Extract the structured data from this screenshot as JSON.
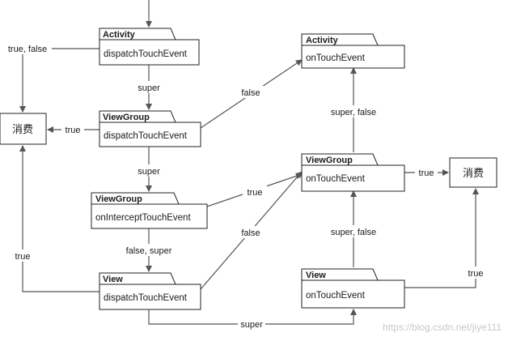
{
  "nodes": {
    "activity_dispatch": {
      "title": "Activity",
      "method": "dispatchTouchEvent"
    },
    "viewgroup_dispatch": {
      "title": "ViewGroup",
      "method": "dispatchTouchEvent"
    },
    "viewgroup_intercept": {
      "title": "ViewGroup",
      "method": "onInterceptTouchEvent"
    },
    "view_dispatch": {
      "title": "View",
      "method": "dispatchTouchEvent"
    },
    "activity_touch": {
      "title": "Activity",
      "method": "onTouchEvent"
    },
    "viewgroup_touch": {
      "title": "ViewGroup",
      "method": "onTouchEvent"
    },
    "view_touch": {
      "title": "View",
      "method": "onTouchEvent"
    }
  },
  "consume_left": "消费",
  "consume_right": "消费",
  "edges": {
    "act_to_consume": "true, false",
    "act_to_vg": "super",
    "vg_to_consume": "true",
    "vg_to_act_touch": "false",
    "vg_to_intercept": "super",
    "intercept_to_vgtouch": "true",
    "intercept_to_view": "false, super",
    "view_to_consume": "true",
    "view_to_vgtouch": "false",
    "view_to_viewtouch": "super",
    "vgtouch_to_act": "super, false",
    "vgtouch_to_consume": "true",
    "viewtouch_to_vgtouch": "super, false",
    "viewtouch_to_consume": "true"
  },
  "watermark": "https://blog.csdn.net/jiye111"
}
